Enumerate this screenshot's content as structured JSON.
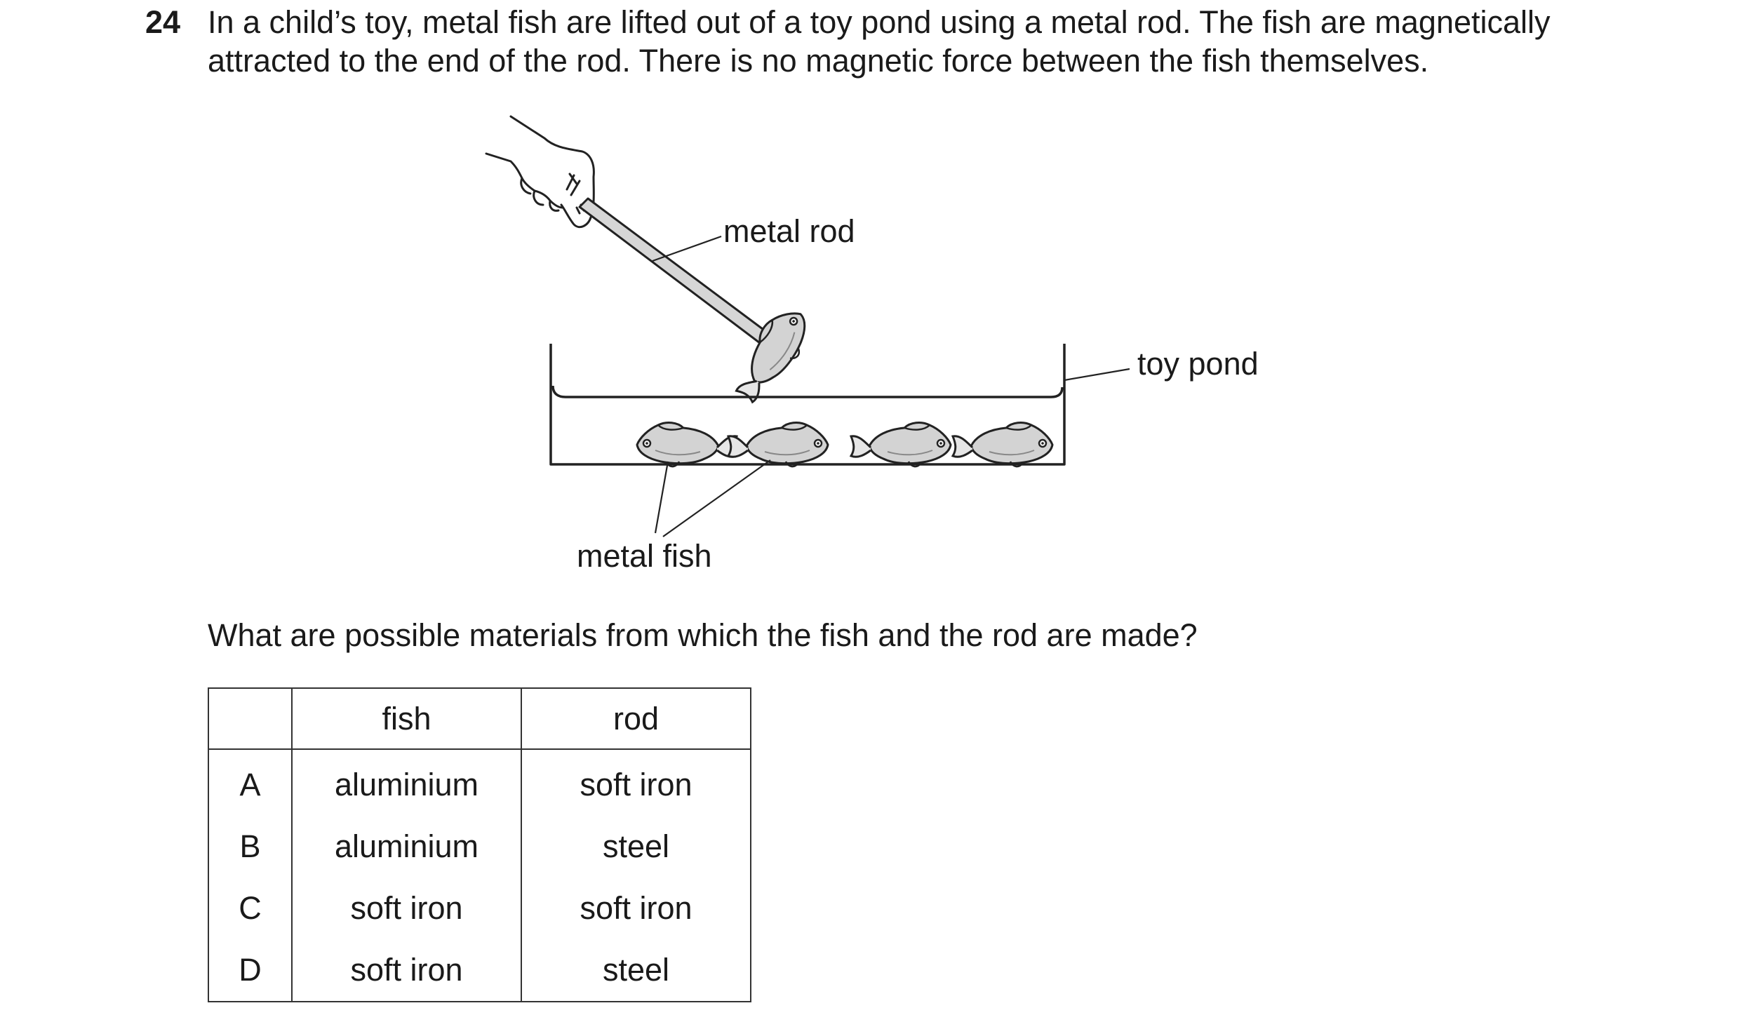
{
  "question": {
    "number": "24",
    "stem_line1": "In a child’s toy, metal fish are lifted out of a toy pond using a metal rod. The fish are magnetically",
    "stem_line2": "attracted to the end of the rod. There is no magnetic force between the fish themselves.",
    "prompt": "What are possible materials from which the fish and the rod are made?"
  },
  "figure": {
    "label_rod": "metal rod",
    "label_pond": "toy pond",
    "label_fish": "metal fish"
  },
  "table": {
    "headers": [
      "",
      "fish",
      "rod"
    ],
    "rows": [
      {
        "letter": "A",
        "fish": "aluminium",
        "rod": "soft iron"
      },
      {
        "letter": "B",
        "fish": "aluminium",
        "rod": "steel"
      },
      {
        "letter": "C",
        "fish": "soft iron",
        "rod": "soft iron"
      },
      {
        "letter": "D",
        "fish": "soft iron",
        "rod": "steel"
      }
    ]
  }
}
